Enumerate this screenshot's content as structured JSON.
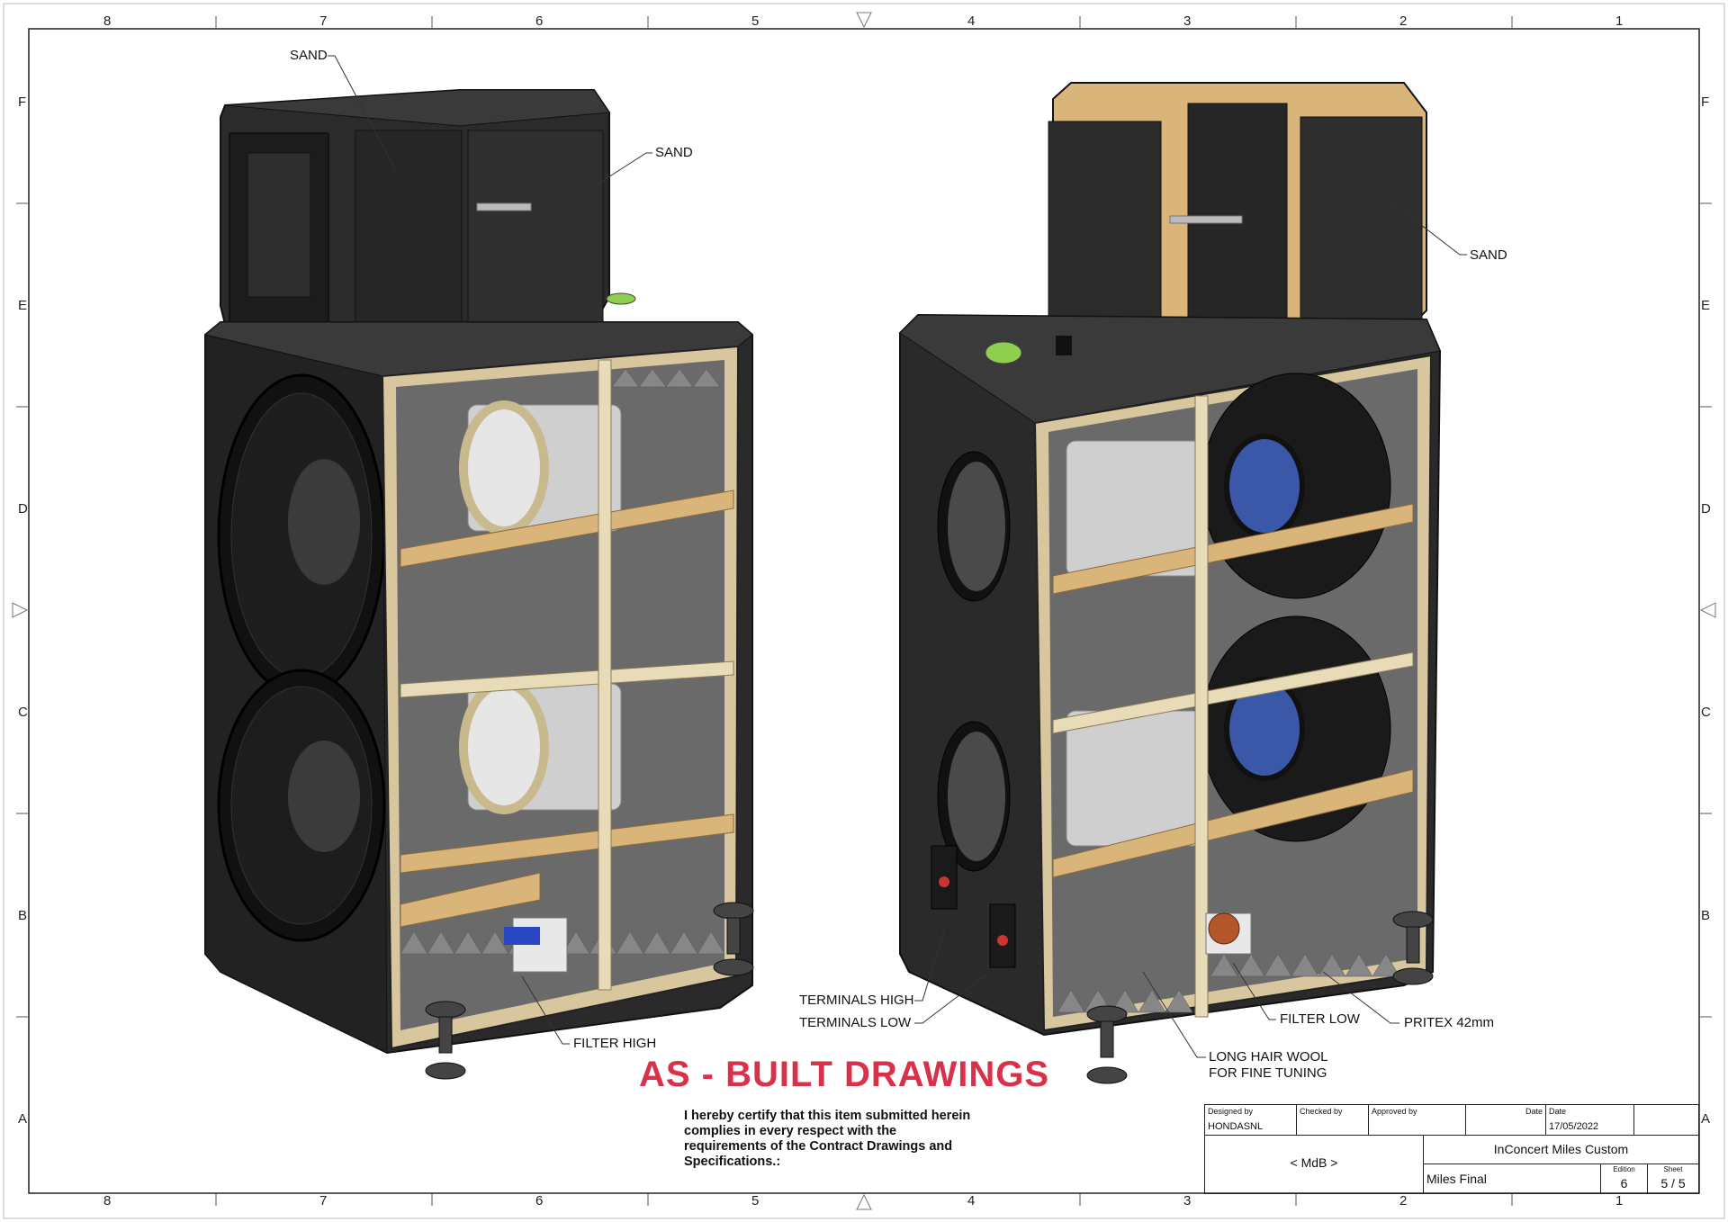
{
  "sheet_border": {
    "columns": [
      "8",
      "7",
      "6",
      "5",
      "4",
      "3",
      "2",
      "1"
    ],
    "rows": [
      "F",
      "E",
      "D",
      "C",
      "B",
      "A"
    ]
  },
  "labels": {
    "sand_left_top": "SAND",
    "sand_left_side": "SAND",
    "sand_right": "SAND",
    "filter_high": "FILTER HIGH",
    "terminals_high": "TERMINALS HIGH",
    "terminals_low": "TERMINALS LOW",
    "filter_low": "FILTER LOW",
    "pritex": "PRITEX 42mm",
    "long_hair_wool_1": "LONG HAIR WOOL",
    "long_hair_wool_2": "FOR FINE TUNING"
  },
  "stamp": {
    "title": "AS - BUILT DRAWINGS",
    "text": "I hereby certify that this item submitted herein complies in every respect with the requirements of the Contract Drawings and Specifications.:"
  },
  "title_block": {
    "designed_by_label": "Designed by",
    "designed_by": "HONDASNL",
    "checked_by_label": "Checked by",
    "approved_by_label": "Approved by",
    "date_label_1": "Date",
    "date_label_2": "Date",
    "date": "17/05/2022",
    "company": "< MdB >",
    "project": "InConcert Miles Custom",
    "drawing": "Miles Final",
    "edition_label": "Edition",
    "edition": "6",
    "sheet_label": "Sheet",
    "sheet": "5 / 5"
  },
  "colors": {
    "cabinet": "#2a2a2a",
    "cabinet_dark": "#1a1a1a",
    "wood": "#d9b57a",
    "bracing": "#e8dcb8",
    "foam": "#6a6a6a",
    "stamp_red": "#d9314a"
  }
}
